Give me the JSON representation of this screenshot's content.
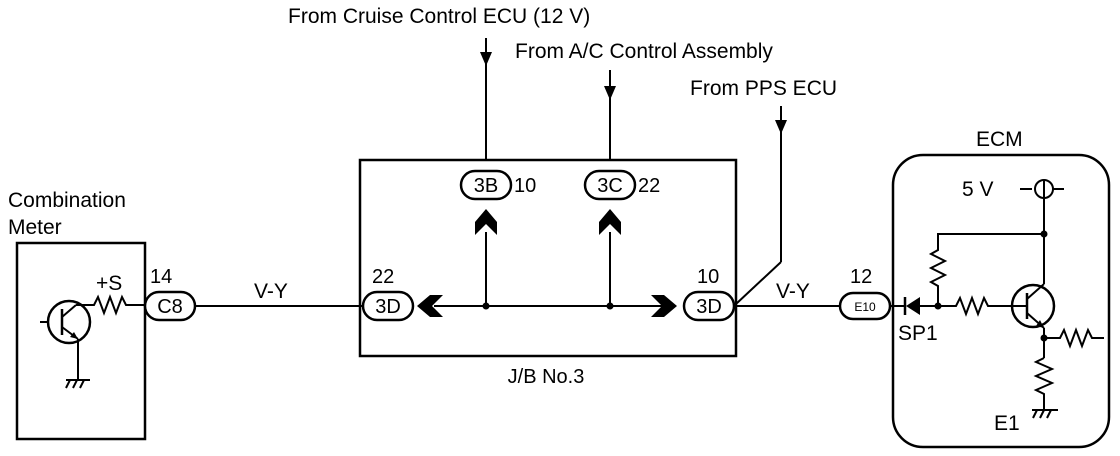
{
  "labels": {
    "from_cruise": "From Cruise Control ECU (12 V)",
    "from_ac": "From A/C Control Assembly",
    "from_pps": "From PPS ECU",
    "combination_meter_line1": "Combination",
    "combination_meter_line2": "Meter",
    "plus_s": "+S",
    "jb": "J/B No.3",
    "ecm": "ECM",
    "five_v": "5 V",
    "sp1": "SP1",
    "e1": "E1"
  },
  "wires": {
    "left": "V-Y",
    "right": "V-Y"
  },
  "connectors": {
    "c8": {
      "id": "C8",
      "pin": "14"
    },
    "c3d_left": {
      "id": "3D",
      "pin": "22"
    },
    "c3d_right": {
      "id": "3D",
      "pin": "10"
    },
    "c3b": {
      "id": "3B",
      "pin": "10"
    },
    "c3c": {
      "id": "3C",
      "pin": "22"
    },
    "e10": {
      "id": "E10",
      "pin": "12"
    }
  }
}
